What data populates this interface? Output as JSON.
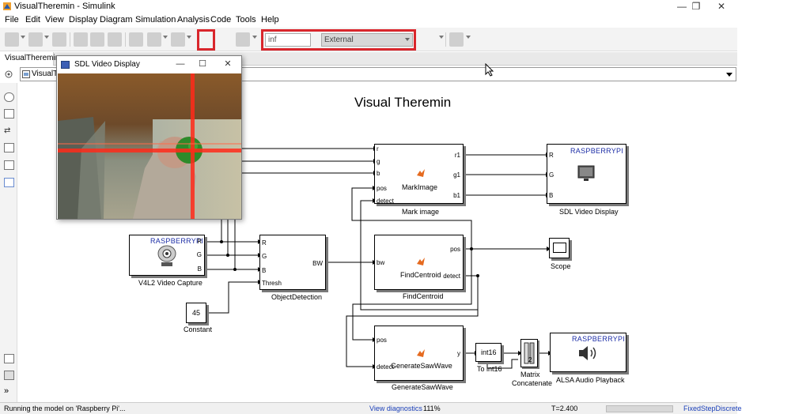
{
  "window": {
    "title": "VisualTheremin - Simulink",
    "min": "—",
    "max": "❐",
    "close": "✕"
  },
  "menu": [
    "File",
    "Edit",
    "View",
    "Display",
    "Diagram",
    "Simulation",
    "Analysis",
    "Code",
    "Tools",
    "Help"
  ],
  "toolbar": {
    "stop_time": "inf",
    "sim_mode": "External"
  },
  "tabs": {
    "active": "VisualTheremin"
  },
  "address": {
    "path": "VisualThe"
  },
  "model_title": "Visual Theremin",
  "blocks": {
    "mark_image": {
      "label": "Mark image",
      "name": "MarkImage",
      "in_ports": [
        "r",
        "g",
        "b",
        "pos",
        "detect"
      ],
      "out_ports": [
        "r1",
        "g1",
        "b1"
      ]
    },
    "sdl_display": {
      "label": "SDL Video Display",
      "badge": "RASPBERRYPI",
      "ports": [
        "R",
        "G",
        "B"
      ]
    },
    "v4l2": {
      "label": "V4L2 Video Capture",
      "badge": "RASPBERRYPI",
      "ports": [
        "R",
        "G",
        "B"
      ]
    },
    "object_detection": {
      "label": "ObjectDetection",
      "in_ports": [
        "R",
        "G",
        "B",
        "Thresh"
      ],
      "out_port": "BW"
    },
    "find_centroid": {
      "label": "FindCentroid",
      "name": "FindCentroid",
      "in_port": "bw",
      "out_ports": [
        "pos",
        "detect"
      ]
    },
    "scope": {
      "label": "Scope"
    },
    "constant": {
      "label": "Constant",
      "value": "45"
    },
    "generate_saw": {
      "label": "GenerateSawWave",
      "name": "GenerateSawWave",
      "in_ports": [
        "pos",
        "detect"
      ],
      "out_port": "y"
    },
    "to_int16": {
      "label": "To int16",
      "value": "int16"
    },
    "matrix_concat": {
      "label1": "Matrix",
      "label2": "Concatenate",
      "value": "2"
    },
    "alsa": {
      "label": "ALSA Audio Playback",
      "badge": "RASPBERRYPI"
    }
  },
  "sdl_window": {
    "title": "SDL Video Display",
    "min": "—",
    "max": "☐",
    "close": "✕"
  },
  "status": {
    "message": "Running the model on 'Raspberry Pi'...",
    "diagnostics": "View diagnostics",
    "zoom": "111%",
    "time": "T=2.400",
    "solver": "FixedStepDiscrete"
  },
  "colors": {
    "accent_red": "#d9262c",
    "rpi_blue": "#1c2da6",
    "link_blue": "#1a3fb8",
    "crosshair": "#ff2a1a",
    "ball": "#2e8a2a"
  }
}
